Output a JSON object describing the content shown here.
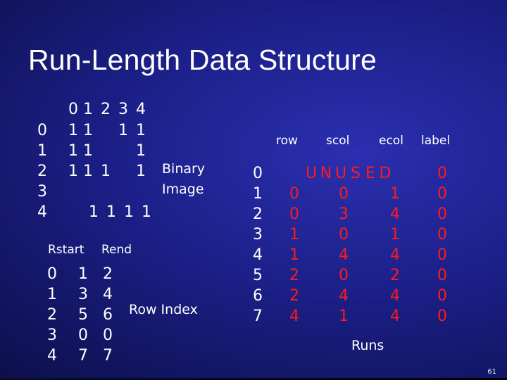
{
  "title": "Run-Length Data Structure",
  "binary_image": {
    "col_headers": [
      "0",
      "1",
      "2",
      "3",
      "4"
    ],
    "row_headers": [
      "0",
      "1",
      "2",
      "3",
      "4"
    ],
    "grid": [
      [
        "1",
        "1",
        "",
        "1",
        "1"
      ],
      [
        "1",
        "1",
        "",
        "",
        "1"
      ],
      [
        "1",
        "1",
        "1",
        "",
        "1"
      ],
      [
        "",
        "",
        "",
        "",
        ""
      ],
      [
        "",
        "1",
        "1",
        "1",
        "1"
      ]
    ],
    "label_line1": "Binary",
    "label_line2": "Image"
  },
  "row_index": {
    "header_rstart": "Rstart",
    "header_rend": "Rend",
    "rows": [
      "0",
      "1",
      "2",
      "3",
      "4"
    ],
    "rstart": [
      "1",
      "3",
      "5",
      "0",
      "7"
    ],
    "rend": [
      "2",
      "4",
      "6",
      "0",
      "7"
    ],
    "label": "Row Index"
  },
  "runs": {
    "headers": {
      "row": "row",
      "scol": "scol",
      "ecol": "ecol",
      "label": "label"
    },
    "indices": [
      "0",
      "1",
      "2",
      "3",
      "4",
      "5",
      "6",
      "7"
    ],
    "unused": [
      "U",
      "N",
      "U",
      "S",
      "E",
      "D"
    ],
    "rows": [
      {
        "row": "0",
        "scol": "0",
        "ecol": "1",
        "label": "0"
      },
      {
        "row": "0",
        "scol": "3",
        "ecol": "4",
        "label": "0"
      },
      {
        "row": "1",
        "scol": "0",
        "ecol": "1",
        "label": "0"
      },
      {
        "row": "1",
        "scol": "4",
        "ecol": "4",
        "label": "0"
      },
      {
        "row": "2",
        "scol": "0",
        "ecol": "2",
        "label": "0"
      },
      {
        "row": "2",
        "scol": "4",
        "ecol": "4",
        "label": "0"
      },
      {
        "row": "4",
        "scol": "1",
        "ecol": "4",
        "label": "0"
      }
    ],
    "unused_label": "0",
    "caption": "Runs"
  },
  "slide_number": "61",
  "colors": {
    "accent_red": "#ff1a1a",
    "text": "#ffffff"
  }
}
